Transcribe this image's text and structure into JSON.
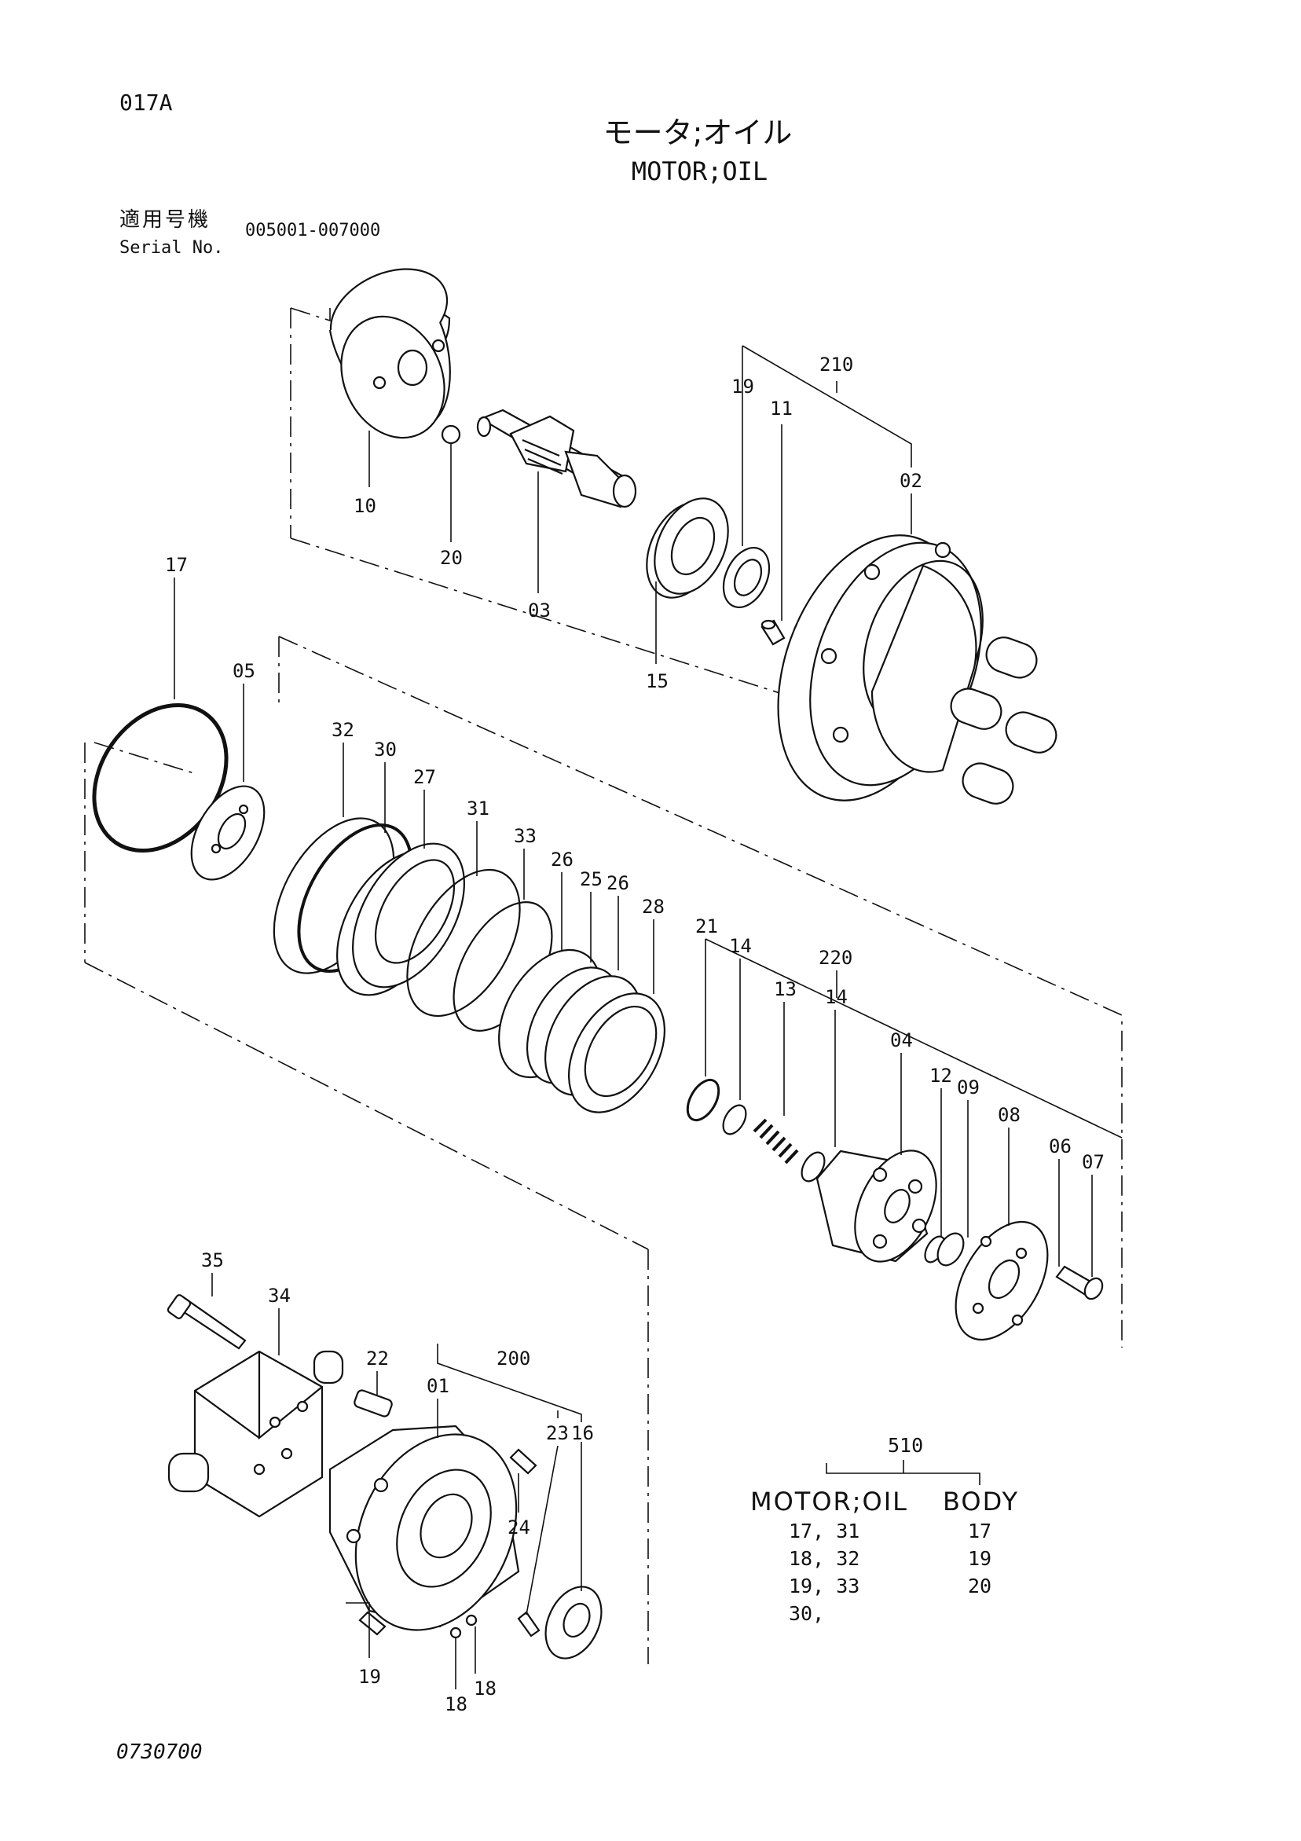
{
  "header": {
    "page_code": "017A",
    "title_jp": "モータ;オイル",
    "title_en": "MOTOR;OIL",
    "serial_label_jp": "適用号機",
    "serial_label_en": "Serial No.",
    "serial_range": "005001-007000"
  },
  "callouts": {
    "c10": "10",
    "c20": "20",
    "c03": "03",
    "c15": "15",
    "c19a": "19",
    "c11": "11",
    "c210": "210",
    "c02": "02",
    "c17": "17",
    "c05": "05",
    "c32": "32",
    "c30": "30",
    "c27": "27",
    "c31": "31",
    "c33": "33",
    "c26a": "26",
    "c25": "25",
    "c26b": "26",
    "c28": "28",
    "c21": "21",
    "c14a": "14",
    "c13": "13",
    "c220": "220",
    "c14b": "14",
    "c04": "04",
    "c12": "12",
    "c09": "09",
    "c08": "08",
    "c06": "06",
    "c07": "07",
    "c35": "35",
    "c34": "34",
    "c22": "22",
    "c200": "200",
    "c01": "01",
    "c23": "23",
    "c16": "16",
    "c24": "24",
    "c19b": "19",
    "c18a": "18",
    "c18b": "18"
  },
  "kit_table": {
    "kit_no": "510",
    "col1_header": "MOTOR;OIL",
    "col2_header": "BODY",
    "col1_rows": [
      "17,  31",
      "18,  32",
      "19,  33",
      "30,"
    ],
    "col2_rows": [
      "17",
      "19",
      "20"
    ]
  },
  "footer": {
    "doc_no": "0730700"
  }
}
